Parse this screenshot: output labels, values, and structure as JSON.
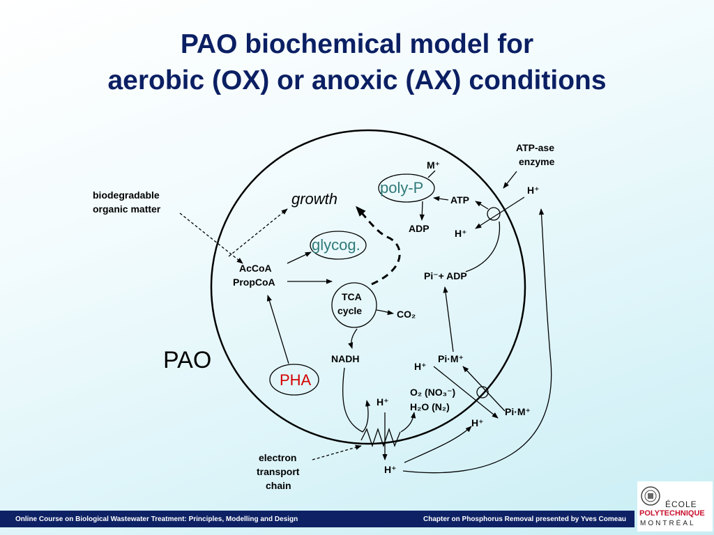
{
  "title": {
    "line1": "PAO biochemical model for",
    "line2": "aerobic (OX) or anoxic (AX) conditions"
  },
  "labels": {
    "atpase": [
      "ATP-ase",
      "enzyme"
    ],
    "biodegradable": [
      "biodegradable",
      "organic matter"
    ],
    "growth": "growth",
    "m_plus": "M⁺",
    "polyp": "poly-P",
    "atp": "ATP",
    "adp": "ADP",
    "h_plus": "H⁺",
    "glycog": "glycog.",
    "acetyl": [
      "AcCoA",
      "PropCoA"
    ],
    "pi_adp": "Pi⁻+ ADP",
    "tca": [
      "TCA",
      "cycle"
    ],
    "co2": "CO₂",
    "pao": "PAO",
    "nadh": "NADH",
    "pi_m": "Pi·M⁺",
    "pha": "PHA",
    "o2": "O₂ (NO₃⁻)",
    "h2o": "H₂O (N₂)",
    "electron": [
      "electron",
      "transport",
      "chain"
    ]
  },
  "footer": {
    "left": "Online Course on Biological Wastewater Treatment: Principles, Modelling and Design",
    "right": "Chapter on Phosphorus Removal presented by Yves Comeau"
  },
  "logo": {
    "line1": "ÉCOLE",
    "line2": "POLYTECHNIQUE",
    "line3": "MONTRÉAL"
  }
}
